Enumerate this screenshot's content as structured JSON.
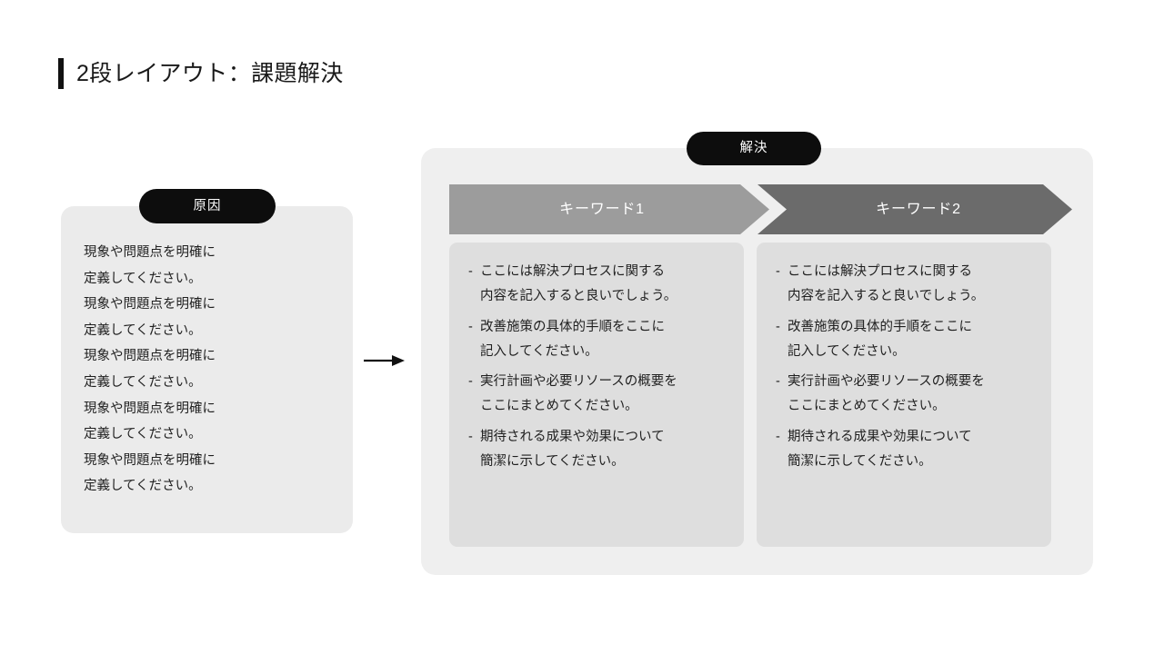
{
  "slide": {
    "title": "2段レイアウト：課題解決",
    "accent_color": "#111111",
    "background_color": "#ffffff"
  },
  "cause": {
    "badge_label": "原因",
    "badge_bg_color": "#0d0d0d",
    "panel_bg_color": "#ebebeb",
    "lines": [
      "現象や問題点を明確に",
      "定義してください。",
      "現象や問題点を明確に",
      "定義してください。",
      "現象や問題点を明確に",
      "定義してください。",
      "現象や問題点を明確に",
      "定義してください。",
      "現象や問題点を明確に",
      "定義してください。"
    ]
  },
  "connector": {
    "icon": "arrow-right-icon"
  },
  "solution": {
    "badge_label": "解決",
    "badge_bg_color": "#0d0d0d",
    "panel_bg_color": "#efefef",
    "columns": [
      {
        "header_label": "キーワード1",
        "header_bg_color": "#9c9c9c",
        "card_bg_color": "#dedede",
        "bullets": [
          {
            "dash": "-",
            "lines": [
              "ここには解決プロセスに関する",
              "内容を記入すると良いでしょう。"
            ]
          },
          {
            "dash": "-",
            "lines": [
              "改善施策の具体的手順をここに",
              "記入してください。"
            ]
          },
          {
            "dash": "-",
            "lines": [
              "実行計画や必要リソースの概要を",
              "ここにまとめてください。"
            ]
          },
          {
            "dash": "-",
            "lines": [
              "期待される成果や効果について",
              "簡潔に示してください。"
            ]
          }
        ]
      },
      {
        "header_label": "キーワード2",
        "header_bg_color": "#6b6b6b",
        "card_bg_color": "#dedede",
        "bullets": [
          {
            "dash": "-",
            "lines": [
              "ここには解決プロセスに関する",
              "内容を記入すると良いでしょう。"
            ]
          },
          {
            "dash": "-",
            "lines": [
              "改善施策の具体的手順をここに",
              "記入してください。"
            ]
          },
          {
            "dash": "-",
            "lines": [
              "実行計画や必要リソースの概要を",
              "ここにまとめてください。"
            ]
          },
          {
            "dash": "-",
            "lines": [
              "期待される成果や効果について",
              "簡潔に示してください。"
            ]
          }
        ]
      }
    ]
  }
}
